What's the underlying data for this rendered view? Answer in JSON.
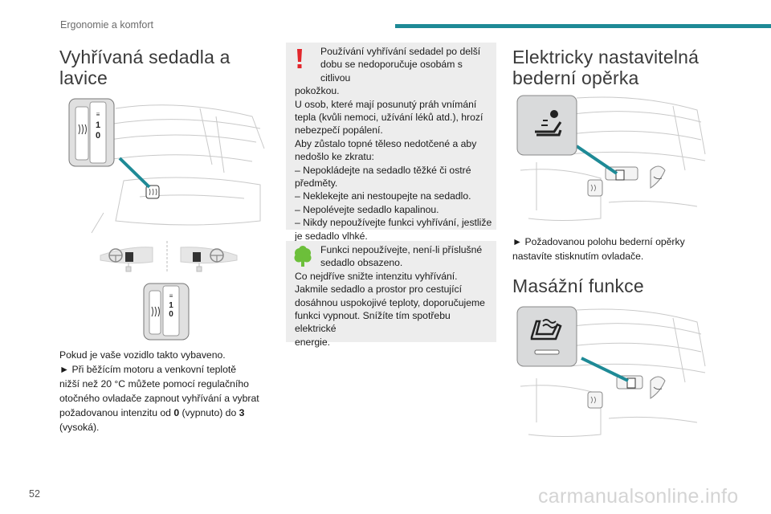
{
  "header": {
    "section": "Ergonomie a komfort"
  },
  "page_number": "52",
  "watermark": "carmanualsonline.info",
  "col1": {
    "title_line1": "Vyhřívaná sedadla a",
    "title_line2": "lavice",
    "paragraph": [
      "Pokud je vaše vozidlo takto vybaveno.",
      "► Při běžícím motoru a venkovní teplotě",
      "nižší než 20 °C můžete pomocí regulačního",
      "otočného ovladače zapnout vyhřívání a vybrat",
      "požadovanou intenzitu od "
    ],
    "bold_0": "0",
    "text_vypnuto": " (vypnuto) do ",
    "bold_3": "3",
    "text_vysoka": "(vysoká).",
    "dial_top_labels": [
      "1",
      "0"
    ],
    "dial_bottom_labels": [
      "1",
      "0"
    ]
  },
  "col2": {
    "warning": {
      "icon": "exclamation-icon",
      "first_lines": [
        "Používání vyhřívání sedadel po delší",
        "dobu se nedoporučuje osobám s citlivou"
      ],
      "lines": [
        "pokožkou.",
        "U osob, které mají posunutý práh vnímání",
        "tepla (kvůli nemoci, užívání léků atd.), hrozí",
        "nebezpečí popálení.",
        "Aby zůstalo topné těleso nedotčené a aby",
        "nedošlo ke zkratu:",
        "– Nepokládejte na sedadlo těžké či ostré",
        "předměty.",
        "– Neklekejte ani nestoupejte na sedadlo.",
        "– Nepolévejte sedadlo kapalinou.",
        "– Nikdy nepoužívejte funkci vyhřívání, jestliže",
        "je sedadlo vlhké."
      ]
    },
    "eco": {
      "icon": "tree-icon",
      "first_lines": [
        "Funkci nepoužívejte, není-li příslušné",
        "sedadlo obsazeno."
      ],
      "lines": [
        "Co nejdříve snižte intenzitu vyhřívání.",
        "Jakmile sedadlo a prostor pro cestující",
        "dosáhnou uspokojivé teploty, doporučujeme",
        "funkci vypnout. Snížíte tím spotřebu elektrické",
        "energie."
      ]
    }
  },
  "col3": {
    "title1_line1": "Elektricky nastavitelná",
    "title1_line2": "bederní opěrka",
    "lumbar_text_line1": "► Požadovanou polohu bederní opěrky",
    "lumbar_text_line2": "nastavíte stisknutím ovladače.",
    "title2": "Masážní funkce"
  },
  "colors": {
    "accent": "#1e8a96",
    "warning": "#e2262b",
    "eco": "#6cbf3a",
    "note_bg": "#ededed"
  }
}
